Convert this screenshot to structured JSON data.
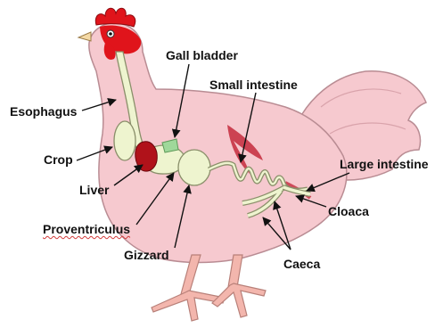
{
  "labels": {
    "esophagus": "Esophagus",
    "crop": "Crop",
    "liver": "Liver",
    "proventriculus": "Proventriculus",
    "gizzard": "Gizzard",
    "gall_bladder": "Gall bladder",
    "small_intestine": "Small intestine",
    "large_intestine": "Large intestine",
    "cloaca": "Cloaca",
    "caeca": "Caeca"
  },
  "colors": {
    "body": "#f6c9cf",
    "body_outline": "#b98c93",
    "comb": "#e0141b",
    "tract": "#eef4cf",
    "tract_outline": "#8a8f6a",
    "liver": "#b0121a",
    "gall_bladder": "#9fd89a",
    "leg": "#f3b6ad",
    "arrow": "#111111"
  }
}
